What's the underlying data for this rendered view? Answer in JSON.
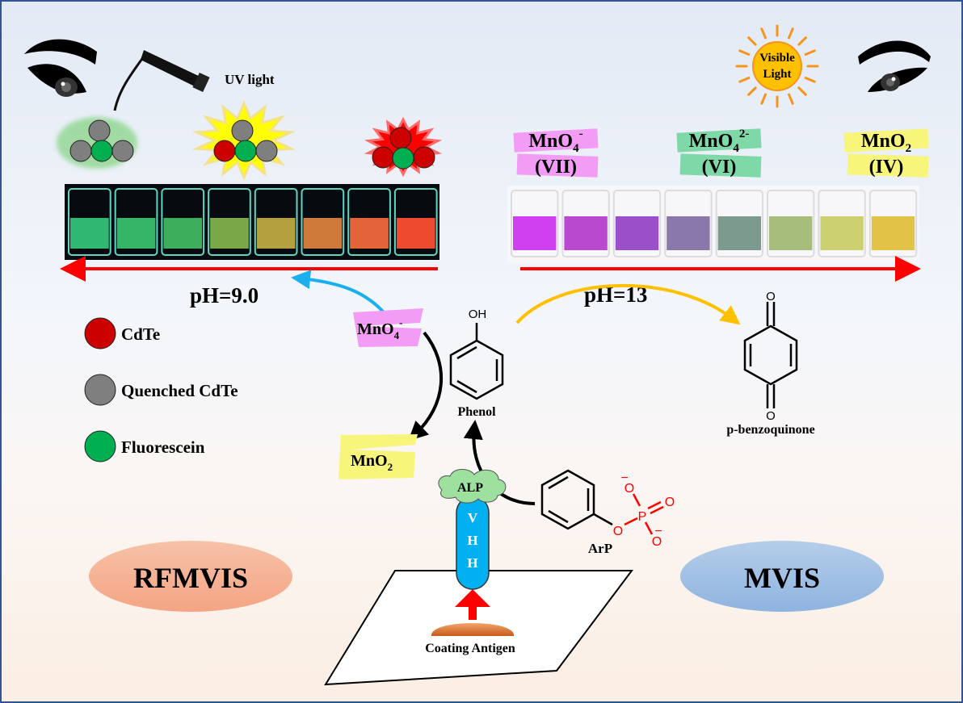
{
  "uv_label": "UV light",
  "visible_light": {
    "line1": "Visible",
    "line2": "Light"
  },
  "species_top": [
    {
      "formula": "MnO",
      "sub": "4",
      "sup": "-",
      "state": "(VII)",
      "color": "#f39cf5"
    },
    {
      "formula": "MnO",
      "sub": "4",
      "sup": "2-",
      "state": "(VI)",
      "color": "#7fd8a8"
    },
    {
      "formula": "MnO",
      "sub": "2",
      "sup": "",
      "state": "(IV)",
      "color": "#f7f57a"
    }
  ],
  "ph_left": "pH=9.0",
  "ph_right": "pH=13",
  "legend": [
    {
      "label": "CdTe",
      "color": "#cc0000"
    },
    {
      "label": "Quenched CdTe",
      "color": "#7f7f7f"
    },
    {
      "label": "Fluorescein",
      "color": "#00b050"
    }
  ],
  "mno4_center": {
    "formula": "MnO",
    "sub": "4",
    "sup": "-"
  },
  "mno2_center": {
    "formula": "MnO",
    "sub": "2"
  },
  "phenol": {
    "group": "OH",
    "name": "Phenol"
  },
  "benzoquinone": {
    "o_top": "O",
    "o_bottom": "O",
    "name": "p-benzoquinone"
  },
  "arp": {
    "name": "ArP",
    "o_link": "O",
    "p": "P",
    "o_top": "O",
    "o_right": "O",
    "o_bottom": "O",
    "charge": "−"
  },
  "alp_label": "ALP",
  "vhh_letters": [
    "V",
    "H",
    "H"
  ],
  "coating_antigen": "Coating Antigen",
  "methods": {
    "left": "RFMVIS",
    "right": "MVIS"
  },
  "vial_colors_uv": [
    "#2fb870",
    "#35b566",
    "#3dae5c",
    "#7aa848",
    "#b5a040",
    "#cf7a3a",
    "#e4643a",
    "#ee4a30"
  ],
  "vial_colors_visible": [
    "#cf40f0",
    "#b94ad0",
    "#9a50c8",
    "#8a78ab",
    "#7d9a8e",
    "#a7bd7c",
    "#ccd070",
    "#e3c248"
  ]
}
